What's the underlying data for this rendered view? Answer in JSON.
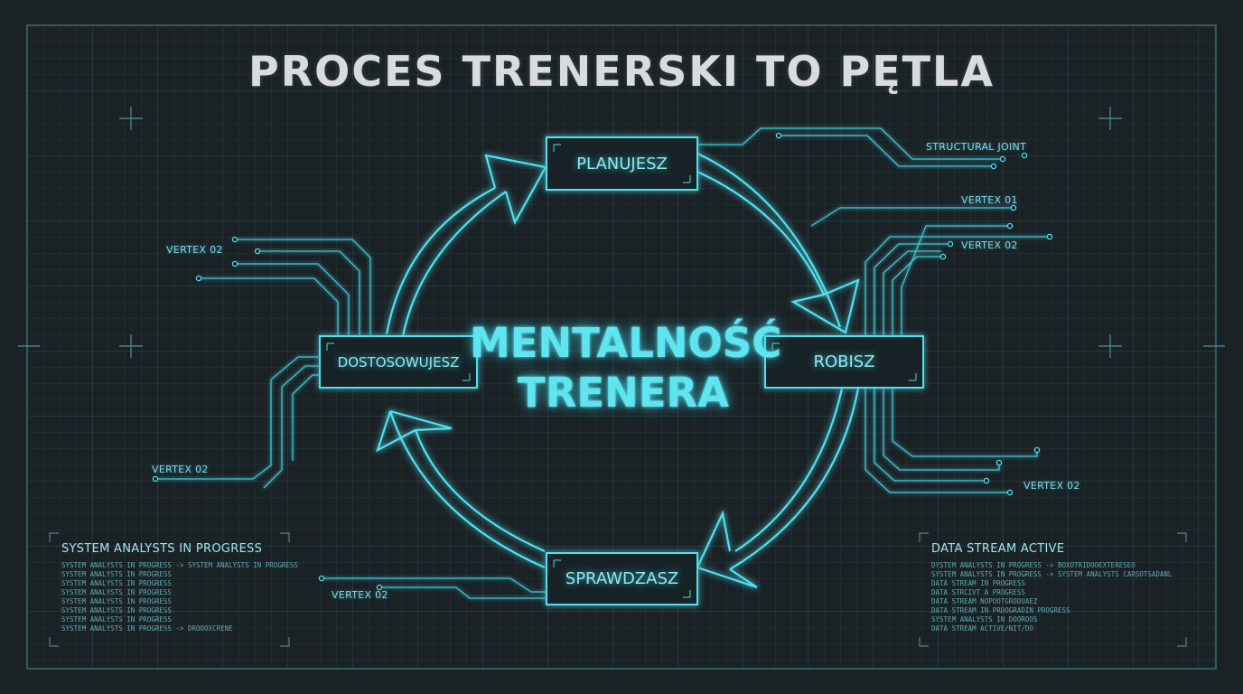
{
  "title": "PROCES TRENERSKI TO PĘTLA",
  "center": {
    "line1": "MENTALNOŚĆ",
    "line2": "TRENERA"
  },
  "nodes": {
    "top": "PLANUJESZ",
    "right": "ROBISZ",
    "bottom": "SPRAWDZASZ",
    "left": "DOSTOSOWUJESZ"
  },
  "annotations": {
    "structural_joint": "STRUCTURAL JOINT",
    "vertex_top_right": "VERTEX 01",
    "vertex_right_upper": "VERTEX 02",
    "vertex_left_upper": "VERTEX 02",
    "vertex_left_lower": "VERTEX 02",
    "vertex_right_lower": "VERTEX 02",
    "vertex_bottom": "VERTEX 02"
  },
  "panels": {
    "left": {
      "title": "SYSTEM ANALYSTS IN PROGRESS",
      "lines": [
        "SYSTEM ANALYSTS IN PROGRESS -> SYSTEM ANALYSTS IN PROGRESS",
        "SYSTEM ANALYSTS IN PROGRESS",
        "SYSTEM ANALYSTS IN PROGRESS",
        "SYSTEM ANALYSTS IN PROGRESS",
        "SYSTEM ANALYSTS IN PROGRESS",
        "SYSTEM ANALYSTS IN PROGRESS",
        "SYSTEM ANALYSTS IN PROGRESS",
        "SYSTEM ANALYSTS IN PROGRESS -> DROOOXCRENE"
      ]
    },
    "right": {
      "title": "DATA STREAM ACTIVE",
      "lines": [
        "DYSTEM ANALYSTS IN PROGRESS -> BOXOTRIDOOEXTERESEO",
        "SYSTEM ANALYSTS IN PROGRESS -> SYSTEM ANALYSTS CARSOTSADANL",
        "DATA STREAM IN PROGRESS",
        "DATA STRCIVT A PROGRESS",
        "DATA STREAM NOPOOTGRODUAEZ",
        "DATA STREAM IN PRDOGRADIN PROGRESS",
        "SYSTEM ANALYSTS IN DOOROOS",
        "DATA STREAM ACTIVE/NIT/DO"
      ]
    }
  },
  "colors": {
    "background": "#1a2226",
    "grid": "#2f4d54",
    "accent": "#4fe1f0",
    "title": "#d9dcdc"
  }
}
